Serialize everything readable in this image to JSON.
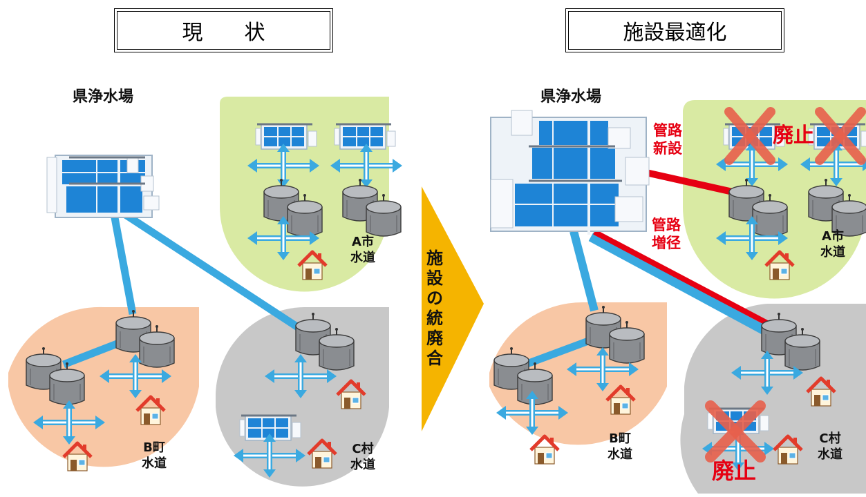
{
  "left_panel": {
    "title": "現　　状",
    "plant_label": "県浄水場",
    "a_label_1": "A市",
    "a_label_2": "水道",
    "b_label_1": "B町",
    "b_label_2": "水道",
    "c_label_1": "C村",
    "c_label_2": "水道"
  },
  "center_arrow": {
    "text": [
      "施",
      "設",
      "の",
      "統",
      "廃",
      "合"
    ],
    "color": "#f5b400"
  },
  "right_panel": {
    "title": "施設最適化",
    "plant_label": "県浄水場",
    "new_pipe_1": "管路",
    "new_pipe_2": "新設",
    "widen_pipe_1": "管路",
    "widen_pipe_2": "増径",
    "abolish_a": "廃止",
    "abolish_c": "廃止",
    "a_label_1": "A市",
    "a_label_2": "水道",
    "b_label_1": "B町",
    "b_label_2": "水道",
    "c_label_1": "C村",
    "c_label_2": "水道"
  },
  "colors": {
    "area_a": "#d9eaa3",
    "area_b": "#f8c7a5",
    "area_c": "#c8c8c8",
    "pipe_blue": "#3aa9e0",
    "pipe_red": "#e60012",
    "cross": "#e8604c"
  }
}
